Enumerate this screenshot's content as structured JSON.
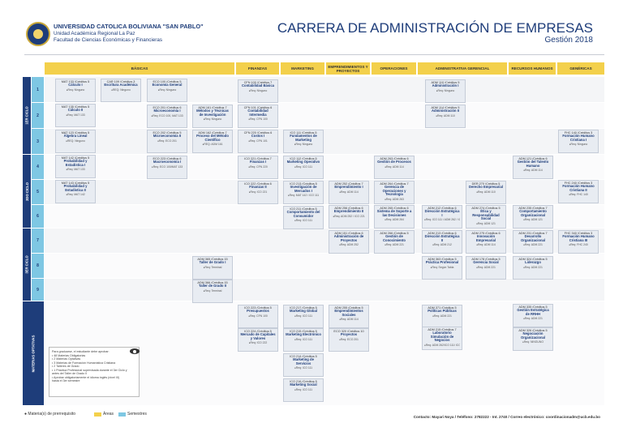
{
  "header": {
    "university": "UNIVERSIDAD CATOLICA BOLIVIANA \"SAN PABLO\"",
    "unit": "Unidad Académica Regional La Paz",
    "faculty": "Facultad de Ciencias Económicas y Financieras",
    "title": "CARRERA DE ADMINISTRACIÓN DE EMPRESAS",
    "subtitle": "Gestión 2018"
  },
  "areas": [
    "BÁSICAS",
    "FINANZAS",
    "MARKETING",
    "EMPRENDIMIENTOS Y PROYECTOS",
    "OPERACIONES",
    "ADMINISTRATIVA GERENCIAL",
    "RECURSOS HUMANOS",
    "GENÉRICAS"
  ],
  "semesters": [
    "1",
    "2",
    "3",
    "4",
    "5",
    "6",
    "7",
    "8",
    "9"
  ],
  "years": [
    "1ER CICLO",
    "2DO CICLO",
    "3ER CICLO"
  ],
  "electives_label": "MATERIAS OPTATIVAS",
  "courses": [
    {
      "id": "c1",
      "code": "MAT 133 /Créditos 5",
      "name": "Cálculo I",
      "req": "Req: Ninguno"
    },
    {
      "id": "c2",
      "code": "CAR 109 /Créditos 3",
      "name": "Escritura Académica",
      "req": "REQ: Ninguno"
    },
    {
      "id": "c3",
      "code": "ECO 100 /Créditos 5",
      "name": "Economía General",
      "req": "Req: Ninguno"
    },
    {
      "id": "c4",
      "code": "CFN 100 /Créditos 7",
      "name": "Contabilidad Básica",
      "req": "Req: Ninguno"
    },
    {
      "id": "c5",
      "code": "ADM 110 /Créditos 5",
      "name": "Administración I",
      "req": "Req: Ninguno"
    },
    {
      "id": "c6",
      "code": "MAT 135 /Créditos 5",
      "name": "Cálculo II",
      "req": "Req: MAT 133"
    },
    {
      "id": "c7",
      "code": "ECO 201 /Créditos 6",
      "name": "Microeconomía I",
      "req": "Req: ECO 100, MAT 133"
    },
    {
      "id": "c8",
      "code": "ADM 161 /Créditos 7",
      "name": "Métodos y Técnicas de Investigación",
      "req": "Req: Ninguno"
    },
    {
      "id": "c9",
      "code": "CFN 101 /Créditos 6",
      "name": "Contabilidad Intermedia",
      "req": "Req: CFN 100"
    },
    {
      "id": "c10",
      "code": "ADM 114 /Créditos 5",
      "name": "Administración II",
      "req": "Req: ADM 110"
    },
    {
      "id": "c11",
      "code": "MAT 123 /Créditos 5",
      "name": "Álgebra Lineal",
      "req": "REQ: Ninguno"
    },
    {
      "id": "c12",
      "code": "ECO 202 /Créditos 5",
      "name": "Microeconomía II",
      "req": "Req: ECO 201"
    },
    {
      "id": "c13",
      "code": "ADM 162 /Créditos 7",
      "name": "Proceso del Método Científico",
      "req": "REQ: ADM 161"
    },
    {
      "id": "c14",
      "code": "CFN 220 /Créditos 6",
      "name": "Costos I",
      "req": "Req: CFN 101"
    },
    {
      "id": "c15",
      "code": "ICO 111 /Créditos 5",
      "name": "Fundamentos de Marketing",
      "req": "Req: Ninguno"
    },
    {
      "id": "c16",
      "code": "FHC 140 /Créditos 3",
      "name": "Formación Humano Cristiana I",
      "req": "Req: Ninguno"
    },
    {
      "id": "c17",
      "code": "MAT 142 /Créditos 5",
      "name": "Probabilidad y Estadística I",
      "req": "Req: MAT 133"
    },
    {
      "id": "c18",
      "code": "ECO 223 /Créditos 6",
      "name": "Macroeconomía I",
      "req": "Req: ECO 100/MAT 133"
    },
    {
      "id": "c19",
      "code": "ICO 221 /Créditos 7",
      "name": "Finanzas I",
      "req": "Req: CFN 220"
    },
    {
      "id": "c20",
      "code": "ICO 112 /Créditos 5",
      "name": "Marketing Operativo",
      "req": "Req: ICO 111"
    },
    {
      "id": "c21",
      "code": "ADM 263 /Créditos 6",
      "name": "Gestión de Procesos",
      "req": "Req: ADM 114"
    },
    {
      "id": "c22",
      "code": "ADM 121 /Créditos 6",
      "name": "Gestión del Talento Humano",
      "req": "Req: ADM 114"
    },
    {
      "id": "c23",
      "code": "MAT 143 /Créditos 5",
      "name": "Probabilidad y Estadística II",
      "req": "Req: MAT 142"
    },
    {
      "id": "c24",
      "code": "ICO 222 /Créditos 6",
      "name": "Finanzas II",
      "req": "Req: ICO 221"
    },
    {
      "id": "c25",
      "code": "ICO 213 /Créditos 5",
      "name": "Investigación de Mercados I",
      "req": "Req: MAT 142 / ICO 111"
    },
    {
      "id": "c26",
      "code": "ADM 252 /Créditos 7",
      "name": "Emprendimiento I",
      "req": "Req: ADM 114"
    },
    {
      "id": "c27",
      "code": "ADM 264 /Créditos 7",
      "name": "Gerencia de Operaciones y Tecnología",
      "req": "Req: ADM 263"
    },
    {
      "id": "c28",
      "code": "DER 270 /Créditos 5",
      "name": "Derecho Empresarial",
      "req": "Req: ADM 110"
    },
    {
      "id": "c29",
      "code": "FHC 240 /Créditos 3",
      "name": "Formación Humano Cristiana II",
      "req": "Req: FHC 140"
    },
    {
      "id": "c30",
      "code": "ICO 211 /Créditos 5",
      "name": "Comportamiento del Consumidor",
      "req": "Req: ICO 111"
    },
    {
      "id": "c31",
      "code": "ADM 256 /Créditos 6",
      "name": "Emprendimiento II",
      "req": "Req: ADM 252 / ICO 221"
    },
    {
      "id": "c32",
      "code": "ADM 265 /Créditos 6",
      "name": "Sistema de Soporte a las Decisiones",
      "req": "Req: ADM 264"
    },
    {
      "id": "c33",
      "code": "ADM 212 /Créditos 6",
      "name": "Dirección Estratégica I",
      "req": "Req: ICO 111 / ADM 262 / ICO 223"
    },
    {
      "id": "c34",
      "code": "ADM 274 /Créditos 5",
      "name": "Ética y Responsabilidad Social",
      "req": "Req: ADM 121"
    },
    {
      "id": "c35",
      "code": "ADM 235 /Créditos 7",
      "name": "Comportamiento Organizacional",
      "req": "Req: ADM 121"
    },
    {
      "id": "c36",
      "code": "ADM 151 /Créditos 6",
      "name": "Administración de Proyectos",
      "req": "Req: ADM 252"
    },
    {
      "id": "c37",
      "code": "ADM 266 /Créditos 5",
      "name": "Gestión de Conocimiento",
      "req": "Req: ADM 221"
    },
    {
      "id": "c38",
      "code": "ADM 213 /Créditos 6",
      "name": "Dirección Estratégica II",
      "req": "Req: ADM 212"
    },
    {
      "id": "c39",
      "code": "ADM 275 /Créditos 6",
      "name": "Innovación Empresarial",
      "req": "Req: ADM 114"
    },
    {
      "id": "c40",
      "code": "ADM 231 /Créditos 7",
      "name": "Desarrollo Organizacional",
      "req": "Req: ADM 221"
    },
    {
      "id": "c41",
      "code": "FHC 340 /Créditos 3",
      "name": "Formación Humano Cristiana III",
      "req": "Req: FHC 240"
    },
    {
      "id": "c42",
      "code": "ADM 363 /Créditos 5",
      "name": "Práctica Profesional",
      "req": "Req: Según Tabla"
    },
    {
      "id": "c43",
      "code": "ADM 178 /Créditos 5",
      "name": "Gerencia Social",
      "req": "Req: ADM 221"
    },
    {
      "id": "c44",
      "code": "ADM 324 /Créditos 5",
      "name": "Liderazgo",
      "req": "Req: ADM 221"
    },
    {
      "id": "c45",
      "code": "ADM 365 /Créditos 15",
      "name": "Taller de Grado I",
      "req": "Req: Terminal"
    },
    {
      "id": "c46",
      "code": "ADM 366 /Créditos 15",
      "name": "Taller de Grado II",
      "req": "Req: Terminal"
    },
    {
      "id": "c47",
      "code": "ICO 223 /Créditos 5",
      "name": "Presupuestos",
      "req": "Req: CFN 100"
    },
    {
      "id": "c48",
      "code": "ICO 217 /Créditos 5",
      "name": "Marketing Global",
      "req": "Req: ICO 111"
    },
    {
      "id": "c49",
      "code": "ADM 255 /Créditos 5",
      "name": "Emprendimientos Sociales",
      "req": "Req: ADM 114"
    },
    {
      "id": "c50",
      "code": "ADM 371 /Créditos 5",
      "name": "Políticas Públicas",
      "req": "Req: ADM 221"
    },
    {
      "id": "c51",
      "code": "ADM 335 /Créditos 5",
      "name": "Gestión Estratégica de RRHH",
      "req": "Req: ADM 221"
    },
    {
      "id": "c52",
      "code": "ICO 224 /Créditos 5",
      "name": "Mercado de Capitales y Valores",
      "req": "Req: ICO 222"
    },
    {
      "id": "c53",
      "code": "ICO 215 /Créditos 5",
      "name": "Marketing Electrónico",
      "req": "Req: ICO 111"
    },
    {
      "id": "c54",
      "code": "ECO 320 /Créditos 10",
      "name": "Proyectos",
      "req": "Req: ECO 201"
    },
    {
      "id": "c55",
      "code": "ADM 215 /Créditos 7",
      "name": "Laboratorio Simulación de Negocios",
      "req": "Req: ADM 262/ICO 111/ ICO 221"
    },
    {
      "id": "c56",
      "code": "ADM 326 /Créditos 5",
      "name": "Negociación Organizacional",
      "req": "Req: NINGUNO"
    },
    {
      "id": "c57",
      "code": "ICO 214 /Créditos 5",
      "name": "Marketing de Servicios",
      "req": "Req: ICO 111"
    },
    {
      "id": "c58",
      "code": "ICO 216 /Créditos 5",
      "name": "Marketing Social",
      "req": "Req: ICO 111"
    }
  ],
  "notes": [
    "Para graduarse, el estudiante debe aprobar:",
    "• 48 Materias Obligatorias",
    "• 2 Materias Optativas",
    "• 3 Materias de Formación Humanística Cristiana",
    "• 2 Talleres de Grado",
    "• 1 Práctica Profesional supervisada durante el 3er Ciclo y",
    "  antes del Taller de Grado II",
    "• Aprobar obligatoriamente el idioma inglés (nivel III)",
    "  hasta el 3er semestre"
  ],
  "legend": {
    "prereq": "Materia(s) de prerrequisito",
    "areas": "Áreas",
    "semesters": "Semestres",
    "area_color": "#f3d04b",
    "semester_color": "#7ec7e3"
  },
  "contact": "Contacto: Mayari Noya / Teléfono: 2782222 - Int. 2740 / Correo electrónico: coordinacionadm@ucb.edu.bo"
}
